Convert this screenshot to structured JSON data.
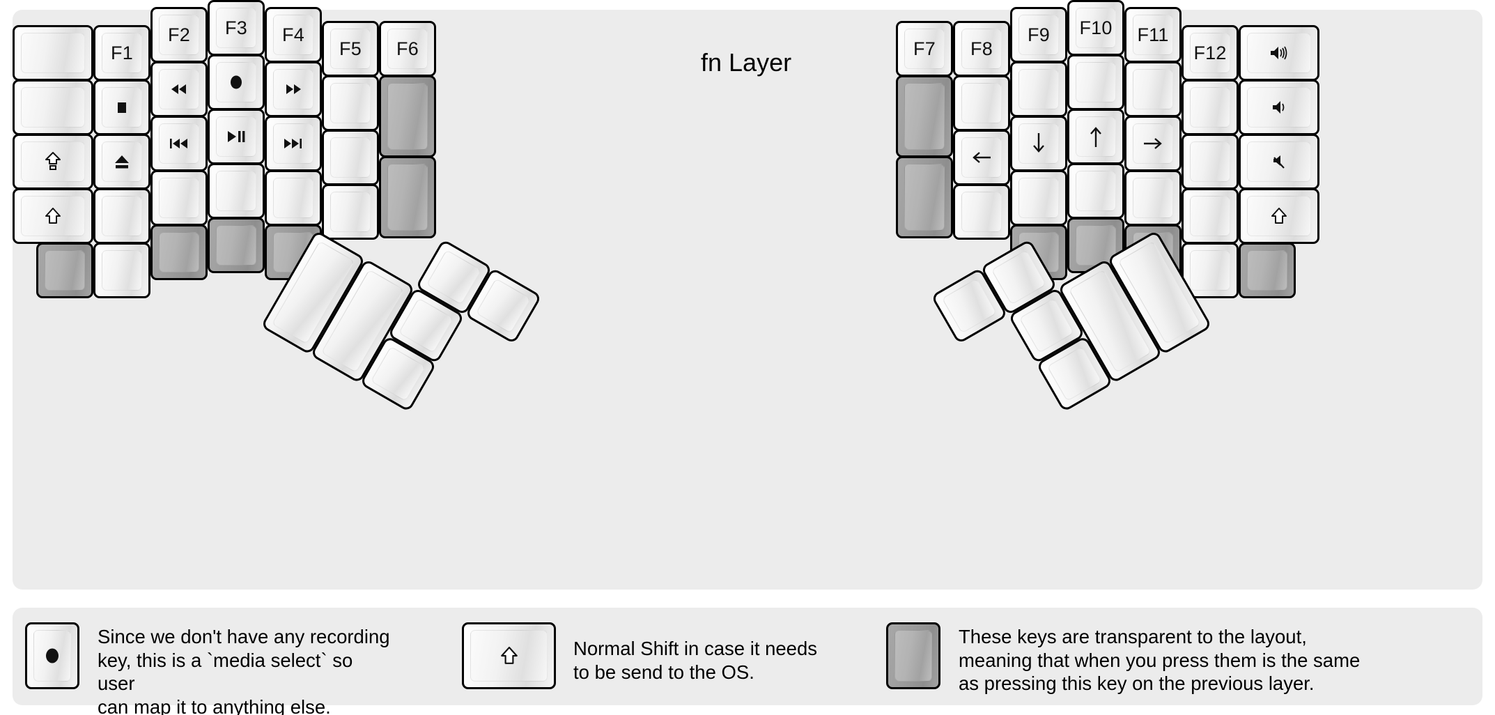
{
  "title": "fn Layer",
  "colors": {
    "panel_bg": "#ececec",
    "key_face": "#f3f3f3",
    "key_border": "#000000",
    "transparent_key": "#9a9a9a",
    "text": "#000000"
  },
  "keyboard": {
    "left_half": {
      "columns": [
        {
          "name": "pinky-outer",
          "keys": [
            {
              "label": "",
              "icon": "",
              "type": "blank"
            },
            {
              "label": "",
              "icon": "",
              "type": "blank"
            },
            {
              "label": "",
              "icon": "caps-lock-icon",
              "type": "icon"
            },
            {
              "label": "",
              "icon": "shift-icon",
              "type": "icon"
            },
            {
              "label": "",
              "icon": "",
              "type": "transparent"
            }
          ]
        },
        {
          "name": "pinky",
          "keys": [
            {
              "label": "F1",
              "icon": "",
              "type": "fkey"
            },
            {
              "label": "",
              "icon": "media-stop-icon",
              "type": "icon"
            },
            {
              "label": "",
              "icon": "eject-icon",
              "type": "icon"
            },
            {
              "label": "",
              "icon": "",
              "type": "blank"
            },
            {
              "label": "",
              "icon": "",
              "type": "blank"
            }
          ]
        },
        {
          "name": "ring",
          "keys": [
            {
              "label": "F2",
              "icon": "",
              "type": "fkey"
            },
            {
              "label": "",
              "icon": "rewind-icon",
              "type": "icon"
            },
            {
              "label": "",
              "icon": "previous-track-icon",
              "type": "icon"
            },
            {
              "label": "",
              "icon": "",
              "type": "blank"
            },
            {
              "label": "",
              "icon": "",
              "type": "transparent"
            }
          ]
        },
        {
          "name": "middle",
          "keys": [
            {
              "label": "F3",
              "icon": "",
              "type": "fkey"
            },
            {
              "label": "",
              "icon": "record-icon",
              "type": "icon"
            },
            {
              "label": "",
              "icon": "play-pause-icon",
              "type": "icon"
            },
            {
              "label": "",
              "icon": "",
              "type": "blank"
            },
            {
              "label": "",
              "icon": "",
              "type": "transparent"
            }
          ]
        },
        {
          "name": "index",
          "keys": [
            {
              "label": "F4",
              "icon": "",
              "type": "fkey"
            },
            {
              "label": "",
              "icon": "fast-forward-icon",
              "type": "icon"
            },
            {
              "label": "",
              "icon": "next-track-icon",
              "type": "icon"
            },
            {
              "label": "",
              "icon": "",
              "type": "blank"
            },
            {
              "label": "",
              "icon": "",
              "type": "transparent"
            }
          ]
        },
        {
          "name": "index-inner",
          "keys": [
            {
              "label": "F5",
              "icon": "",
              "type": "fkey"
            },
            {
              "label": "",
              "icon": "",
              "type": "blank"
            },
            {
              "label": "",
              "icon": "",
              "type": "blank"
            },
            {
              "label": "",
              "icon": "",
              "type": "blank"
            }
          ]
        },
        {
          "name": "inner-most",
          "keys": [
            {
              "label": "F6",
              "icon": "",
              "type": "fkey"
            },
            {
              "label": "",
              "icon": "",
              "type": "transparent"
            },
            {
              "label": "",
              "icon": "",
              "type": "transparent"
            }
          ]
        }
      ],
      "thumb_cluster": {
        "rotation_deg": 30,
        "keys": [
          {
            "label": "",
            "icon": "",
            "type": "blank",
            "size": "2u"
          },
          {
            "label": "",
            "icon": "",
            "type": "blank",
            "size": "2u"
          },
          {
            "label": "",
            "icon": "",
            "type": "blank",
            "size": "1u"
          },
          {
            "label": "",
            "icon": "",
            "type": "blank",
            "size": "1u"
          },
          {
            "label": "",
            "icon": "",
            "type": "blank",
            "size": "1u"
          },
          {
            "label": "",
            "icon": "",
            "type": "blank",
            "size": "1u"
          }
        ]
      }
    },
    "right_half": {
      "columns": [
        {
          "name": "inner-most",
          "keys": [
            {
              "label": "F7",
              "icon": "",
              "type": "fkey"
            },
            {
              "label": "",
              "icon": "",
              "type": "transparent"
            },
            {
              "label": "",
              "icon": "",
              "type": "transparent"
            }
          ]
        },
        {
          "name": "index-inner",
          "keys": [
            {
              "label": "F8",
              "icon": "",
              "type": "fkey"
            },
            {
              "label": "",
              "icon": "",
              "type": "blank"
            },
            {
              "label": "",
              "icon": "arrow-left-icon",
              "type": "icon"
            },
            {
              "label": "",
              "icon": "",
              "type": "blank"
            }
          ]
        },
        {
          "name": "index",
          "keys": [
            {
              "label": "F9",
              "icon": "",
              "type": "fkey"
            },
            {
              "label": "",
              "icon": "",
              "type": "blank"
            },
            {
              "label": "",
              "icon": "arrow-down-icon",
              "type": "icon"
            },
            {
              "label": "",
              "icon": "",
              "type": "blank"
            },
            {
              "label": "",
              "icon": "",
              "type": "transparent"
            }
          ]
        },
        {
          "name": "middle",
          "keys": [
            {
              "label": "F10",
              "icon": "",
              "type": "fkey"
            },
            {
              "label": "",
              "icon": "",
              "type": "blank"
            },
            {
              "label": "",
              "icon": "arrow-up-icon",
              "type": "icon"
            },
            {
              "label": "",
              "icon": "",
              "type": "blank"
            },
            {
              "label": "",
              "icon": "",
              "type": "transparent"
            }
          ]
        },
        {
          "name": "ring",
          "keys": [
            {
              "label": "F11",
              "icon": "",
              "type": "fkey"
            },
            {
              "label": "",
              "icon": "",
              "type": "blank"
            },
            {
              "label": "",
              "icon": "arrow-right-icon",
              "type": "icon"
            },
            {
              "label": "",
              "icon": "",
              "type": "blank"
            },
            {
              "label": "",
              "icon": "",
              "type": "transparent"
            }
          ]
        },
        {
          "name": "pinky",
          "keys": [
            {
              "label": "F12",
              "icon": "",
              "type": "fkey"
            },
            {
              "label": "",
              "icon": "",
              "type": "blank"
            },
            {
              "label": "",
              "icon": "",
              "type": "blank"
            },
            {
              "label": "",
              "icon": "",
              "type": "blank"
            },
            {
              "label": "",
              "icon": "",
              "type": "blank"
            }
          ]
        },
        {
          "name": "pinky-outer",
          "keys": [
            {
              "label": "",
              "icon": "volume-up-icon",
              "type": "icon"
            },
            {
              "label": "",
              "icon": "volume-down-icon",
              "type": "icon"
            },
            {
              "label": "",
              "icon": "volume-mute-icon",
              "type": "icon"
            },
            {
              "label": "",
              "icon": "shift-icon",
              "type": "icon"
            },
            {
              "label": "",
              "icon": "",
              "type": "transparent"
            }
          ]
        }
      ],
      "thumb_cluster": {
        "rotation_deg": -30,
        "keys": [
          {
            "label": "",
            "icon": "",
            "type": "blank",
            "size": "1u"
          },
          {
            "label": "",
            "icon": "",
            "type": "blank",
            "size": "1u"
          },
          {
            "label": "",
            "icon": "",
            "type": "blank",
            "size": "1u"
          },
          {
            "label": "",
            "icon": "",
            "type": "blank",
            "size": "1u"
          },
          {
            "label": "",
            "icon": "",
            "type": "blank",
            "size": "2u"
          },
          {
            "label": "",
            "icon": "",
            "type": "blank",
            "size": "2u"
          }
        ]
      }
    }
  },
  "legend": [
    {
      "key_icon": "record-icon",
      "key_type": "normal",
      "text": "Since we don't have any recording\nkey, this is a `media select` so user\ncan map it to anything else."
    },
    {
      "key_icon": "shift-icon",
      "key_type": "normal",
      "text": "Normal Shift in case it needs\nto be send to the OS."
    },
    {
      "key_icon": "",
      "key_type": "transparent",
      "text": "These keys are transparent to the layout,\nmeaning that when you press them is the same\nas pressing this key on the previous layer."
    }
  ]
}
